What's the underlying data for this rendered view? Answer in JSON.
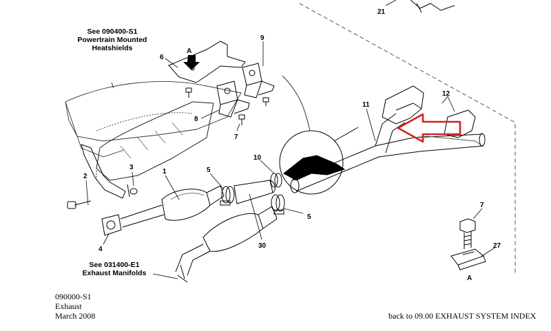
{
  "diagram": {
    "notes": {
      "heatshields": [
        "See 090400-S1",
        "Powertrain Mounted",
        "Heatshields"
      ],
      "manifolds": [
        "See 031400-E1",
        "Exhaust Manifolds"
      ]
    },
    "callouts": {
      "c1": "1",
      "c2": "2",
      "c3": "3",
      "c4": "4",
      "c5a": "5",
      "c5b": "5",
      "c6": "6",
      "c7a": "7",
      "c7b": "7",
      "c8": "8",
      "c9": "9",
      "c10": "10",
      "c11": "11",
      "c12": "12",
      "c21": "21",
      "c27": "27",
      "c30": "30",
      "detailA": "A",
      "viewA": "A"
    },
    "colors": {
      "line": "#000000",
      "highlight_arrow": "#d62020",
      "dashed_frame": "#444444"
    }
  },
  "footer": {
    "code": "090000-S1",
    "section": "Exhaust",
    "date": "March 2008",
    "back_link": "back to 09.00 EXHAUST SYSTEM INDEX"
  }
}
